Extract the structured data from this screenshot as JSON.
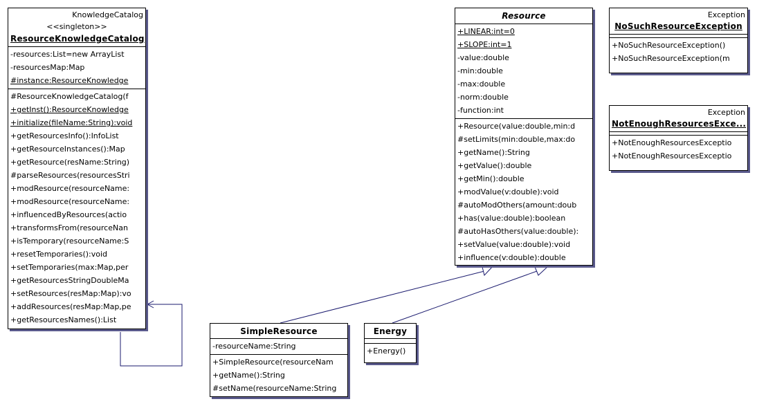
{
  "classes": {
    "catalog": {
      "stereotype_top": "KnowledgeCatalog",
      "stereotype": "<<singleton>>",
      "name": "ResourceKnowledgeCatalog",
      "attributes": [
        {
          "text": "-resources:List=new ArrayList",
          "static": false
        },
        {
          "text": "-resourcesMap:Map",
          "static": false
        },
        {
          "text": "#instance:ResourceKnowledge",
          "static": true
        }
      ],
      "operations": [
        {
          "text": "#ResourceKnowledgeCatalog(f",
          "static": false
        },
        {
          "text": "+getInst():ResourceKnowledge",
          "static": true
        },
        {
          "text": "+initialize(fileName:String):void",
          "static": true
        },
        {
          "text": "+getResourcesInfo():InfoList",
          "static": false
        },
        {
          "text": "+getResourceInstances():Map",
          "static": false
        },
        {
          "text": "+getResource(resName:String)",
          "static": false
        },
        {
          "text": "#parseResources(resourcesStri",
          "static": false
        },
        {
          "text": "+modResource(resourceName:",
          "static": false
        },
        {
          "text": "+modResource(resourceName:",
          "static": false
        },
        {
          "text": "+influencedByResources(actio",
          "static": false
        },
        {
          "text": "+transformsFrom(resourceNan",
          "static": false
        },
        {
          "text": "+isTemporary(resourceName:S",
          "static": false
        },
        {
          "text": "+resetTemporaries():void",
          "static": false
        },
        {
          "text": "+setTemporaries(max:Map,per",
          "static": false
        },
        {
          "text": "+getResourcesStringDoubleMa",
          "static": false
        },
        {
          "text": "+setResources(resMap:Map):vo",
          "static": false
        },
        {
          "text": "+addResources(resMap:Map,pe",
          "static": false
        },
        {
          "text": "+getResourcesNames():List",
          "static": false
        }
      ]
    },
    "resource": {
      "name": "Resource",
      "attributes": [
        {
          "text": "+LINEAR:int=0",
          "static": true
        },
        {
          "text": "+SLOPE:int=1",
          "static": true
        },
        {
          "text": "-value:double",
          "static": false
        },
        {
          "text": "-min:double",
          "static": false
        },
        {
          "text": "-max:double",
          "static": false
        },
        {
          "text": "-norm:double",
          "static": false
        },
        {
          "text": "-function:int",
          "static": false
        }
      ],
      "operations": [
        {
          "text": "+Resource(value:double,min:d",
          "static": false
        },
        {
          "text": "#setLimits(min:double,max:do",
          "static": false
        },
        {
          "text": "+getName():String",
          "static": false
        },
        {
          "text": "+getValue():double",
          "static": false
        },
        {
          "text": "+getMin():double",
          "static": false
        },
        {
          "text": "+modValue(v:double):void",
          "static": false
        },
        {
          "text": "#autoModOthers(amount:doub",
          "static": false
        },
        {
          "text": "+has(value:double):boolean",
          "static": false
        },
        {
          "text": "#autoHasOthers(value:double):",
          "static": false
        },
        {
          "text": "+setValue(value:double):void",
          "static": false
        },
        {
          "text": "+influence(v:double):double",
          "static": false
        }
      ]
    },
    "no_such": {
      "stereotype_top": "Exception",
      "name": "NoSuchResourceException",
      "operations": [
        {
          "text": "+NoSuchResourceException()",
          "static": false
        },
        {
          "text": "+NoSuchResourceException(m",
          "static": false
        }
      ]
    },
    "not_enough": {
      "stereotype_top": "Exception",
      "name": "NotEnoughResourcesExce...",
      "operations": [
        {
          "text": "+NotEnoughResourcesExceptio",
          "static": false
        },
        {
          "text": "+NotEnoughResourcesExceptio",
          "static": false
        }
      ]
    },
    "simple": {
      "name": "SimpleResource",
      "attributes": [
        {
          "text": "-resourceName:String",
          "static": false
        }
      ],
      "operations": [
        {
          "text": "+SimpleResource(resourceNam",
          "static": false
        },
        {
          "text": "+getName():String",
          "static": false
        },
        {
          "text": "#setName(resourceName:String",
          "static": false
        }
      ]
    },
    "energy": {
      "name": "Energy",
      "attributes": [],
      "operations": [
        {
          "text": "+Energy()",
          "static": false
        }
      ]
    }
  },
  "colors": {
    "line": "#1a1a6e",
    "shadow": "#5a5a8c"
  }
}
